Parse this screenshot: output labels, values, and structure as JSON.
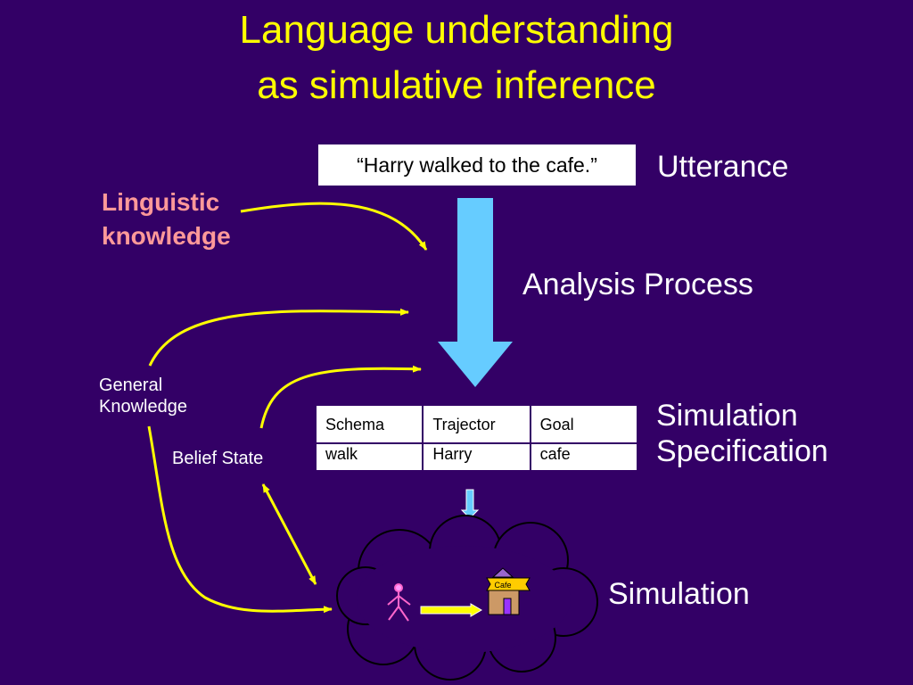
{
  "title": {
    "line1": "Language understanding",
    "line2": "as simulative inference"
  },
  "utterance": {
    "text": "“Harry walked to the cafe.”",
    "label": "Utterance"
  },
  "linguistic_knowledge": {
    "line1": "Linguistic",
    "line2": "knowledge"
  },
  "analysis_process": "Analysis Process",
  "general_knowledge": {
    "line1": "General",
    "line2": "Knowledge"
  },
  "belief_state": "Belief State",
  "simulation_specification": {
    "line1": "Simulation",
    "line2": "Specification",
    "table": {
      "headers": [
        "Schema",
        "Trajector",
        "Goal"
      ],
      "values": [
        "walk",
        "Harry",
        "cafe"
      ]
    }
  },
  "simulation": {
    "label": "Simulation",
    "cafe_sign": "Cafe"
  },
  "colors": {
    "background": "#330066",
    "title": "#ffff00",
    "connector": "#ffff00",
    "process_arrow": "#66ccff",
    "linguistic": "#ff9999"
  }
}
